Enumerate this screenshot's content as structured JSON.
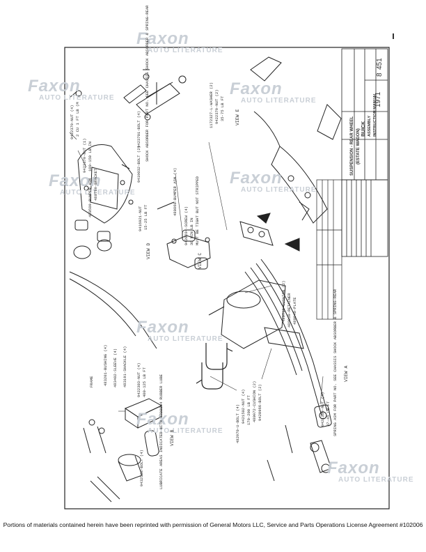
{
  "watermark": {
    "brand": "Faxon",
    "tagline": "AUTO LITERATURE"
  },
  "footer_text": "Portions of materials contained herein have been reprinted with permission of General Motors LLC, Service and Parts Operations License Agreement #102006",
  "title_block": {
    "title_line1": "SUSPENSION - REAR WHEEL",
    "title_line2": "(ESTATE WAGON)",
    "make": "BUICK",
    "section": "ASSEMBLY",
    "manual": "INSTRUCTION MANUAL",
    "year": "1971",
    "group": "8",
    "page": "451"
  },
  "callouts": [
    "9422379-NUT (4)",
    "2 CU 1 FT LB (M",
    "9422379-NUT (1)",
    "100-150 LB IN",
    "480789-BRACKET",
    "480509-BUMPER ASM",
    "9423701-BOLT (4)",
    "9419032-BOLT (2)",
    "9416921-NUT",
    "15-25 LB FT",
    "SHOCK ABSORBER FOR PART NO. SEE CHASSIS SHOCK ABSORBER & SPRING-REAR",
    "9422379-NUT (2)",
    "35-75 LB FT",
    "1172327-L-WASHER (2)",
    "480860-BUMPER ASM (4)",
    "9420284-SCREW (4)",
    "30 MIN LB IN",
    "MUST BE TIGHT BUT NOT STRIPPED",
    "480712-CUSHION (2)",
    "480039-RETAINER",
    "480040-PLATE",
    "FRAME",
    "483201-BUSHING (4)",
    "483402-SLEEVE (4)",
    "483191-SHACKLE (4)",
    "9422303-NUT (4)",
    "400-125 LB FT",
    "9421502-NUT (4)",
    "170-200 LB FT",
    "480972-CUSHION (2)",
    "9420966-BOLT (2)",
    "9421309-NUT (4)",
    "37-45 LB FT",
    "SPRING ASM FOR PART NO. SEE CHASSIS SHOCK ABSORBER & SPRING-REAR",
    "482970-U-BOLT (4)",
    "9432568-BOLT (4)",
    "LUBRICATE AREAS INDICATED WITH 9790044 RUBBER LUBE",
    "VIEW A",
    "VIEW B",
    "VIEW C",
    "VIEW D",
    "VIEW E"
  ]
}
